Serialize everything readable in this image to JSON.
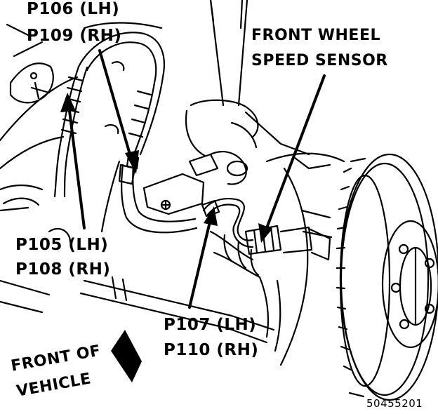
{
  "labels": {
    "p106_lh": "P106 (LH)",
    "p109_rh": "P109 (RH)",
    "sensor_line1": "FRONT WHEEL",
    "sensor_line2": "SPEED SENSOR",
    "p105_lh": "P105 (LH)",
    "p108_rh": "P108 (RH)",
    "p107_lh": "P107 (LH)",
    "p110_rh": "P110 (RH)",
    "front_line1": "FRONT OF",
    "front_line2": "VEHICLE",
    "figure_number": "50455201"
  },
  "colors": {
    "ink": "#000000",
    "paper": "#ffffff"
  }
}
